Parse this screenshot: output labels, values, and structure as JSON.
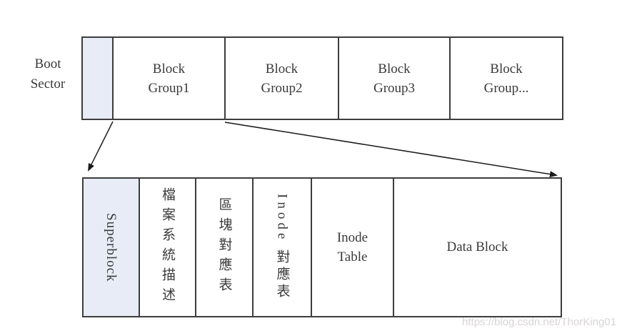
{
  "diagram": {
    "description_note": "ext filesystem layout diagram",
    "boot_label": {
      "line1": "Boot",
      "line2": "Sector"
    },
    "top_row": {
      "groups": [
        {
          "line1": "Block",
          "line2": "Group1"
        },
        {
          "line1": "Block",
          "line2": "Group2"
        },
        {
          "line1": "Block",
          "line2": "Group3"
        },
        {
          "line1": "Block",
          "line2": "Group..."
        }
      ]
    },
    "bottom_row": {
      "cells": [
        {
          "label": "Superblock",
          "highlighted": true
        },
        {
          "label": "檔案系統描述",
          "highlighted": false
        },
        {
          "label": "區塊對應表",
          "highlighted": false
        },
        {
          "label": "Inode 對應表",
          "highlighted": false
        },
        {
          "line1": "Inode",
          "line2": "Table",
          "highlighted": false
        },
        {
          "label": "Data Block",
          "highlighted": false
        }
      ]
    }
  },
  "watermark": {
    "text": "https://blog.csdn.net/ThorKing01"
  },
  "colors": {
    "highlight_fill": "#e7ecf6",
    "border": "#3d3d3d",
    "text": "#3a3a3a",
    "arrow": "#1a1a1a",
    "watermark": "#d9d4d4",
    "background": "#ffffff"
  }
}
